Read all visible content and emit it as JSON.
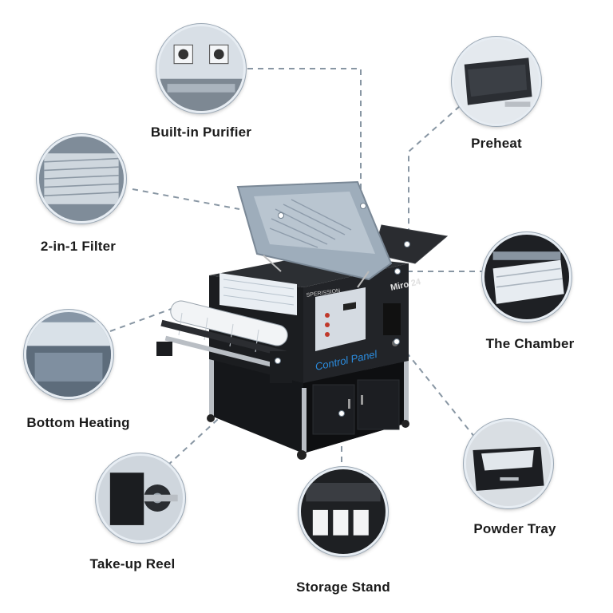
{
  "features": {
    "purifier": {
      "label": "Built-in Purifier",
      "icon": "fan-purifier-icon"
    },
    "preheat": {
      "label": "Preheat",
      "icon": "heated-lid-icon"
    },
    "filter": {
      "label": "2-in-1 Filter",
      "icon": "filter-mesh-icon"
    },
    "chamber": {
      "label": "The Chamber",
      "icon": "chamber-icon"
    },
    "bottom_heating": {
      "label": "Bottom Heating",
      "icon": "heating-plate-icon"
    },
    "powder_tray": {
      "label": "Powder Tray",
      "icon": "drawer-icon"
    },
    "take_up_reel": {
      "label": "Take-up Reel",
      "icon": "reel-icon"
    },
    "storage_stand": {
      "label": "Storage Stand",
      "icon": "cabinet-icon"
    }
  },
  "machine": {
    "model": "Miro 24",
    "brand": "SPERISSION",
    "panel_label": "Control Panel"
  },
  "colors": {
    "lid": "#9eadbb",
    "body": "#1b1d20",
    "accent": "#1f6fb3",
    "callout_line": "#8896a3"
  }
}
